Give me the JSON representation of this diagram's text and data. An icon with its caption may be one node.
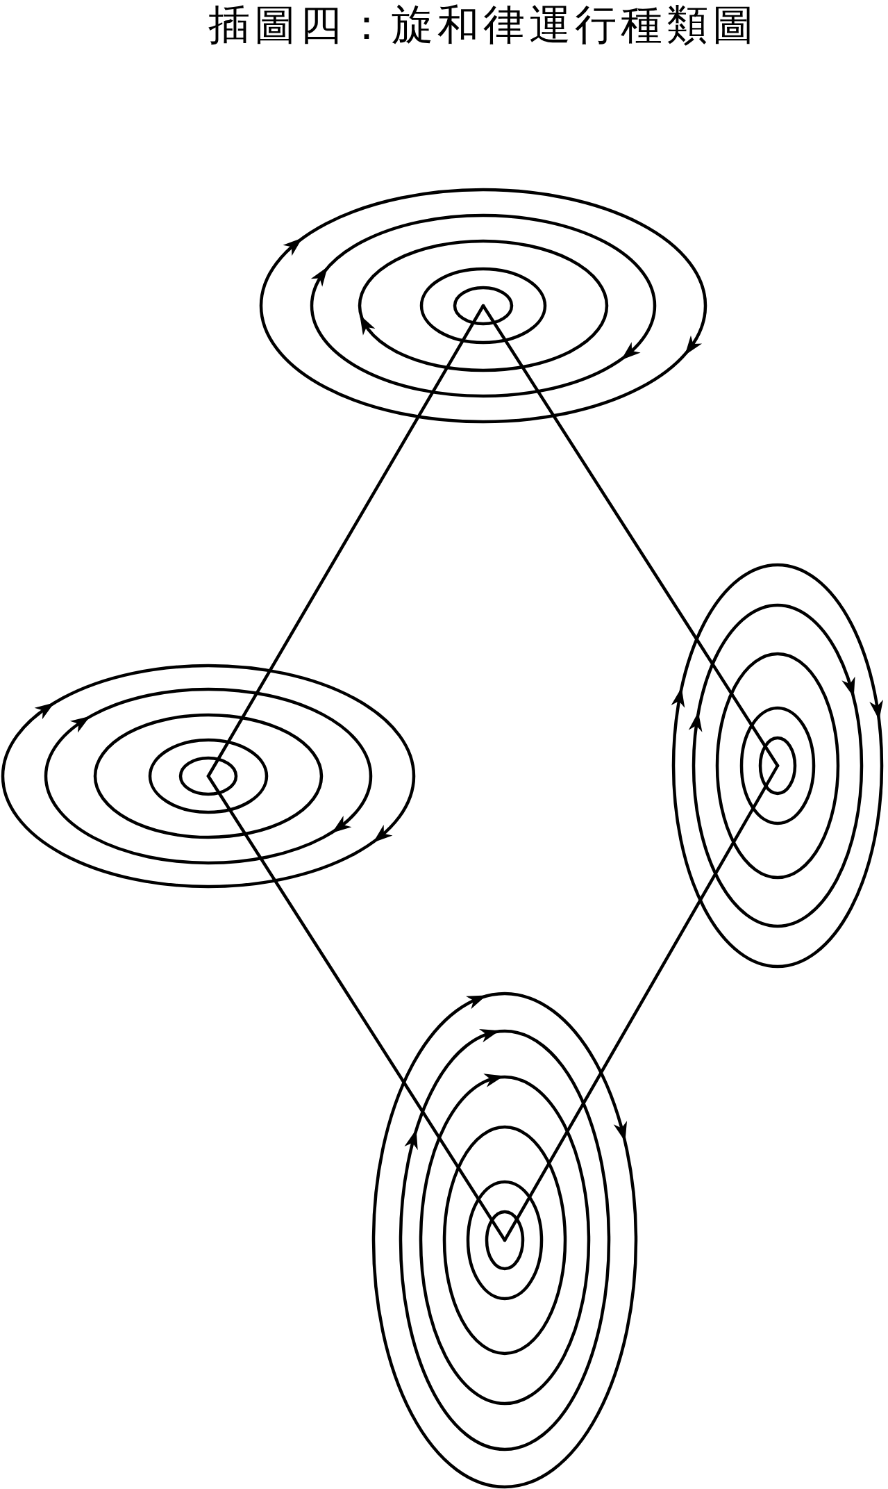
{
  "diagram": {
    "title": "插圖四：旋和律運行種類圖",
    "nodes": [
      {
        "text": [],
        "shape": "ellipse"
      },
      {
        "text": [],
        "shape": "ellipse"
      },
      {
        "text": [],
        "shape": "ellipse"
      },
      {
        "text": [],
        "shape": "ellipse"
      }
    ],
    "edges": [
      {
        "from": 0,
        "to": 1,
        "arrow": "none"
      },
      {
        "from": 0,
        "to": 2,
        "arrow": "none"
      },
      {
        "from": 1,
        "to": 3,
        "arrow": "none"
      },
      {
        "from": 2,
        "to": 3,
        "arrow": "none"
      }
    ]
  }
}
